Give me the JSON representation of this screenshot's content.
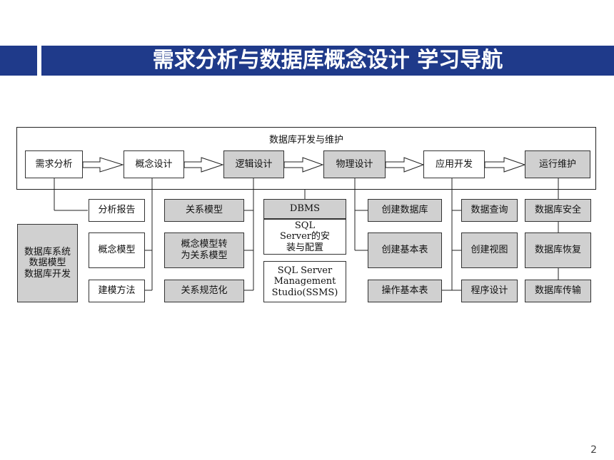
{
  "header": {
    "title": "需求分析与数据库概念设计 学习导航"
  },
  "diagram": {
    "frame_title": "数据库开发与维护",
    "stages": [
      "需求分析",
      "概念设计",
      "逻辑设计",
      "物理设计",
      "应用开发",
      "运行维护"
    ],
    "sidebar": [
      "数据库系统",
      "数据模型",
      "数据库开发"
    ],
    "concept_items": [
      "分析报告",
      "概念模型",
      "建模方法"
    ],
    "logic_items": [
      "关系模型",
      "概念模型转为关系模型",
      "关系规范化"
    ],
    "physical_items": [
      "DBMS",
      "SQL Server的安装与配置",
      "SQL Server Management Studio(SSMS)"
    ],
    "physical_items_2": [
      "创建数据库",
      "创建基本表",
      "操作基本表"
    ],
    "app_items": [
      "数据查询",
      "创建视图",
      "程序设计"
    ],
    "ops_items": [
      "数据库安全",
      "数据库恢复",
      "数据库传输"
    ]
  },
  "footer": {
    "page_number": "2"
  },
  "colors": {
    "title_bar": "#1f3a8a",
    "gray_box": "#d0d0d0"
  }
}
